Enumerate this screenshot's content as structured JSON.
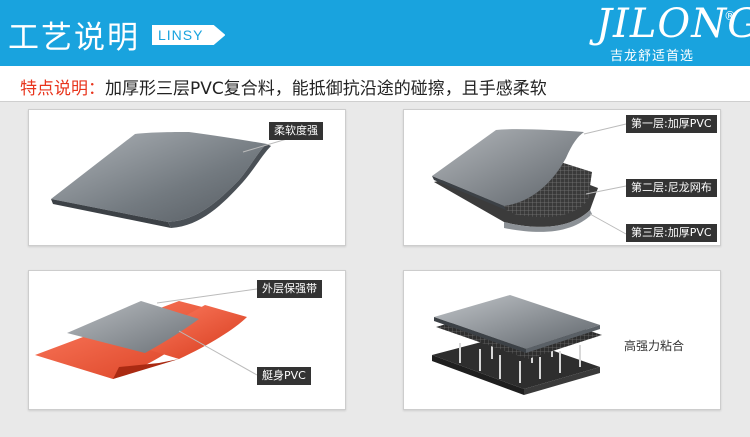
{
  "header": {
    "title": "工艺说明",
    "tag": "LINSY",
    "brand_name": "JILONG",
    "brand_mark": "®",
    "brand_slogan": "吉龙舒适首选",
    "color": "#19a3de"
  },
  "feature": {
    "label": "特点说明：",
    "text": "加厚形三层PVC复合料，能抵御抗沿途的碰擦，且手感柔软",
    "label_color": "#e8341c"
  },
  "panels": [
    {
      "labels": [
        "柔软度强"
      ]
    },
    {
      "labels": [
        "第一层:加厚PVC",
        "第二层:尼龙网布",
        "第三层:加厚PVC"
      ]
    },
    {
      "labels": [
        "外层保强带",
        "艇身PVC"
      ]
    },
    {
      "labels": [
        "高强力粘合"
      ]
    }
  ],
  "icons": [
    "curled-sheet-illustration",
    "layered-sheet-illustration",
    "reinforcement-strip-illustration",
    "bonded-layers-illustration"
  ]
}
